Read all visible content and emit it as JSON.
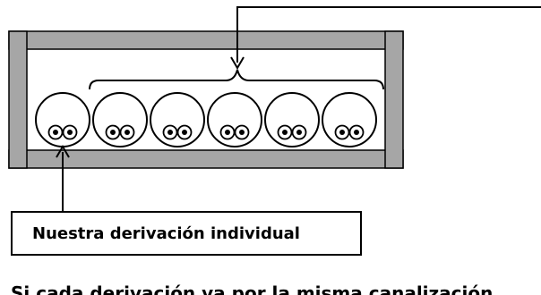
{
  "labels": {
    "individual": "Nuestra derivación individual",
    "caption": "Si cada derivación va por la misma canalización"
  },
  "conduits": {
    "count": 6,
    "wires_per_conduit": 2
  },
  "colors": {
    "tray_fill": "#a6a6a6",
    "stroke": "#000000",
    "background": "#ffffff"
  }
}
